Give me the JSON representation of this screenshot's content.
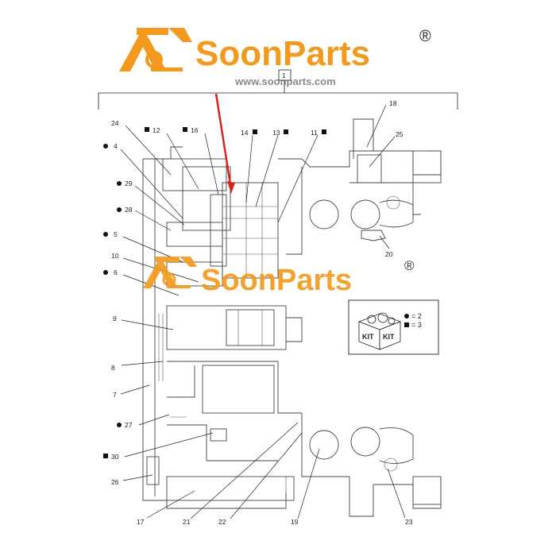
{
  "brand": {
    "name": "SoonParts",
    "registered": "®",
    "url": "www.soonparts.com",
    "color": "#f39a1e"
  },
  "diagram": {
    "top_callout": "1",
    "callouts": [
      {
        "id": "c18",
        "text": "18"
      },
      {
        "id": "c24",
        "text": "24"
      },
      {
        "id": "c12",
        "text": "12"
      },
      {
        "id": "c16",
        "text": "16"
      },
      {
        "id": "c14",
        "text": "14"
      },
      {
        "id": "c13",
        "text": "13"
      },
      {
        "id": "c11",
        "text": "11"
      },
      {
        "id": "c25",
        "text": "25"
      },
      {
        "id": "c4",
        "text": "4"
      },
      {
        "id": "c29",
        "text": "29"
      },
      {
        "id": "c28",
        "text": "28"
      },
      {
        "id": "c5",
        "text": "5"
      },
      {
        "id": "c10",
        "text": "10"
      },
      {
        "id": "c6",
        "text": "6"
      },
      {
        "id": "c20",
        "text": "20"
      },
      {
        "id": "c9",
        "text": "9"
      },
      {
        "id": "c8",
        "text": "8"
      },
      {
        "id": "c7",
        "text": "7"
      },
      {
        "id": "c27",
        "text": "27"
      },
      {
        "id": "c30",
        "text": "30"
      },
      {
        "id": "c26",
        "text": "26"
      },
      {
        "id": "c17",
        "text": "17"
      },
      {
        "id": "c21",
        "text": "21"
      },
      {
        "id": "c22",
        "text": "22"
      },
      {
        "id": "c19",
        "text": "19"
      },
      {
        "id": "c23",
        "text": "23"
      }
    ],
    "kit_legend": {
      "kit_label": "KIT",
      "circle_eq": "= 2",
      "square_eq": "= 3"
    }
  }
}
